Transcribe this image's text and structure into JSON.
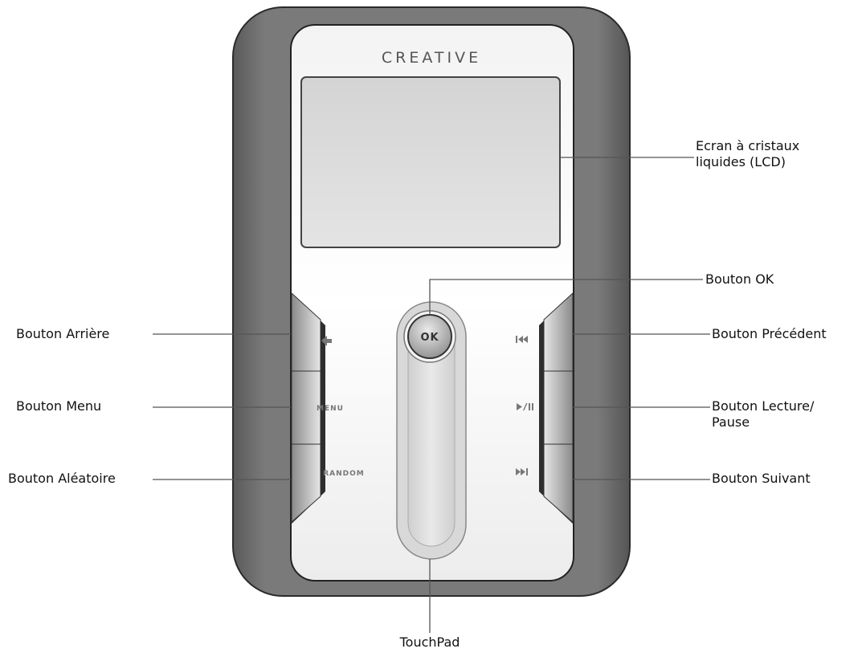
{
  "device": {
    "brand": "CREATIVE",
    "buttons": {
      "back_icon": "arrow-left-icon",
      "menu": "MENU",
      "random": "RANDOM",
      "ok": "OK",
      "previous_icon": "skip-previous-icon",
      "play_pause_icon": "play-pause-icon",
      "next_icon": "skip-next-icon"
    }
  },
  "callouts": {
    "lcd_line1": "Ecran à cristaux",
    "lcd_line2": "liquides (LCD)",
    "ok": "Bouton OK",
    "back": "Bouton Arrière",
    "previous": "Bouton Précédent",
    "menu": "Bouton Menu",
    "play_pause_line1": "Bouton Lecture/",
    "play_pause_line2": "Pause",
    "random": "Bouton Aléatoire",
    "next": "Bouton Suivant",
    "touchpad": "TouchPad"
  },
  "colors": {
    "frame": "#6e6e6e",
    "faceplate": "#f1f1f1",
    "lcd": "#dadada",
    "leader_line": "#555555"
  }
}
